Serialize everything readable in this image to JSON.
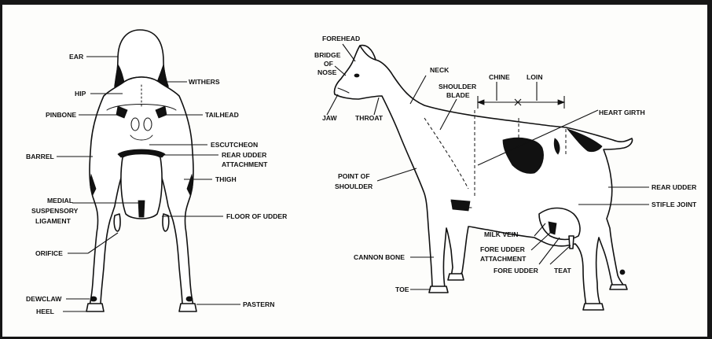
{
  "rear_view": {
    "labels": {
      "ear": "EAR",
      "withers": "WITHERS",
      "hip": "HIP",
      "pinbone": "PINBONE",
      "tailhead": "TAILHEAD",
      "escutcheon": "ESCUTCHEON",
      "rear_udder_attachment_1": "REAR UDDER",
      "rear_udder_attachment_2": "ATTACHMENT",
      "barrel": "BARREL",
      "thigh": "THIGH",
      "medial_1": "MEDIAL",
      "medial_2": "SUSPENSORY",
      "medial_3": "LIGAMENT",
      "floor_of_udder": "FLOOR OF UDDER",
      "orifice": "ORIFICE",
      "dewclaw": "DEWCLAW",
      "heel": "HEEL",
      "pastern": "PASTERN"
    }
  },
  "side_view": {
    "labels": {
      "forehead": "FOREHEAD",
      "bridge_1": "BRIDGE",
      "bridge_2": "OF",
      "bridge_3": "NOSE",
      "neck": "NECK",
      "chine": "CHINE",
      "loin": "LOIN",
      "shoulder_1": "SHOULDER",
      "shoulder_2": "BLADE",
      "jaw": "JAW",
      "throat": "THROAT",
      "heart_girth": "HEART GIRTH",
      "point_1": "POINT OF",
      "point_2": "SHOULDER",
      "rear_udder": "REAR UDDER",
      "stifle_joint": "STIFLE JOINT",
      "milk_vein": "MILK VEIN",
      "fore_attach_1": "FORE UDDER",
      "fore_attach_2": "ATTACHMENT",
      "fore_udder": "FORE UDDER",
      "teat": "TEAT",
      "cannon_bone": "CANNON BONE",
      "toe": "TOE"
    }
  },
  "colors": {
    "ink": "#111111",
    "paper": "#fdfdfb",
    "frame": "#161616"
  }
}
